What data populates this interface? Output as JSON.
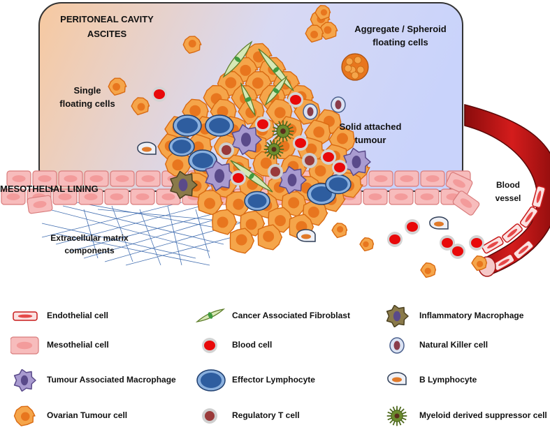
{
  "labels": {
    "cavity": "PERITONEAL CAVITY",
    "ascites": "ASCITES",
    "aggregate": "Aggregate / Spheroid",
    "aggregate2": "floating cells",
    "single": "Single",
    "single2": "floating cells",
    "solid": "Solid attached",
    "solid2": "tumour",
    "lining": "MESOTHELIAL  LINING",
    "blood": "Blood",
    "vessel": "vessel",
    "ecm": "Extracellular matrix",
    "ecm2": "components"
  },
  "legend": [
    {
      "icon": "endothelial",
      "label": "Endothelial cell"
    },
    {
      "icon": "caf",
      "label": "Cancer Associated Fibroblast"
    },
    {
      "icon": "inflam",
      "label": "Inflammatory Macrophage"
    },
    {
      "icon": "meso",
      "label": "Mesothelial cell"
    },
    {
      "icon": "bloodcell",
      "label": "Blood cell"
    },
    {
      "icon": "nk",
      "label": "Natural Killer cell"
    },
    {
      "icon": "tam",
      "label": "Tumour Associated Macrophage"
    },
    {
      "icon": "effector",
      "label": "Effector Lymphocyte"
    },
    {
      "icon": "bcell",
      "label": "B Lymphocyte"
    },
    {
      "icon": "tumour",
      "label": "Ovarian Tumour cell"
    },
    {
      "icon": "treg",
      "label": "Regulatory T cell"
    },
    {
      "icon": "mdsc",
      "label": "Myeloid derived suppressor cell"
    }
  ],
  "colors": {
    "tumour_fill": "#f5a54a",
    "tumour_nucleus": "#e8761e",
    "meso_fill": "#f7bcbc",
    "endothelial_red": "#c81b1b",
    "tam_fill": "#a99bd0",
    "effector_fill": "#2e5d9f",
    "mdsc_fill": "#6b8c2e",
    "inflam_fill": "#8a7a4a",
    "caf_fill": "#d6e8b5"
  }
}
